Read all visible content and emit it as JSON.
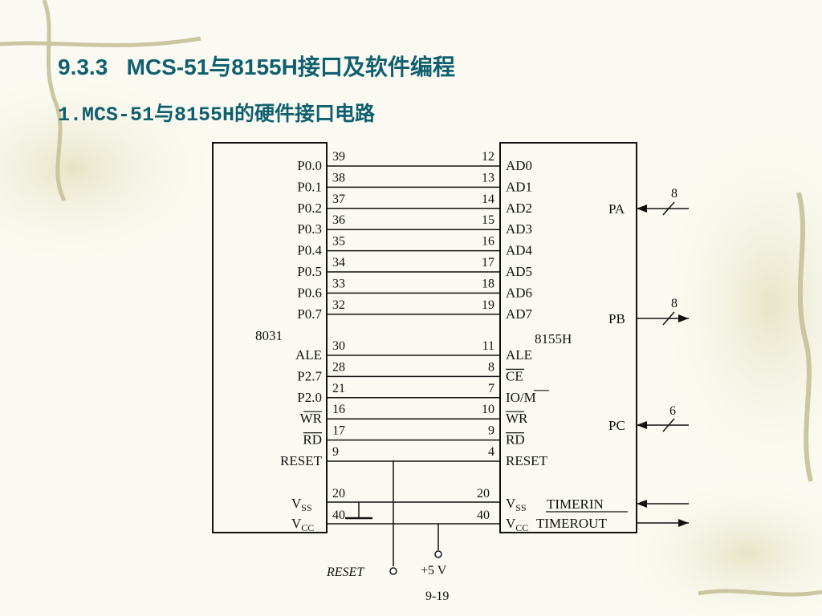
{
  "slide": {
    "title": "9.3.3   MCS-51与8155H接口及软件编程",
    "subtitle": "1.MCS-51与8155H的硬件接口电路"
  },
  "colors": {
    "heading": "#0f5f6e",
    "background": "#fbfaf2",
    "ink": "#111111",
    "vine": "#8a9a4e"
  },
  "diagram": {
    "left_chip": {
      "name": "8031",
      "pins": [
        {
          "label": "P0.0",
          "num": "39"
        },
        {
          "label": "P0.1",
          "num": "38"
        },
        {
          "label": "P0.2",
          "num": "37"
        },
        {
          "label": "P0.3",
          "num": "36"
        },
        {
          "label": "P0.4",
          "num": "35"
        },
        {
          "label": "P0.5",
          "num": "34"
        },
        {
          "label": "P0.6",
          "num": "33"
        },
        {
          "label": "P0.7",
          "num": "32"
        },
        {
          "label": "ALE",
          "num": "30"
        },
        {
          "label": "P2.7",
          "num": "28"
        },
        {
          "label": "P2.0",
          "num": "21"
        },
        {
          "label": "WR",
          "num": "16"
        },
        {
          "label": "RD",
          "num": "17"
        },
        {
          "label": "RESET",
          "num": "9"
        }
      ],
      "vss": {
        "main": "V",
        "sub": "SS",
        "num": "20"
      },
      "vcc": {
        "main": "V",
        "sub": "CC",
        "num": "40"
      }
    },
    "right_chip": {
      "name": "8155H",
      "pins": [
        {
          "label": "AD0",
          "num": "12"
        },
        {
          "label": "AD1",
          "num": "13"
        },
        {
          "label": "AD2",
          "num": "14"
        },
        {
          "label": "AD3",
          "num": "15"
        },
        {
          "label": "AD4",
          "num": "16"
        },
        {
          "label": "AD5",
          "num": "17"
        },
        {
          "label": "AD6",
          "num": "18"
        },
        {
          "label": "AD7",
          "num": "19"
        },
        {
          "label": "ALE",
          "num": "11"
        },
        {
          "label": "CE",
          "num": "8"
        },
        {
          "label": "IO/M",
          "num": "7"
        },
        {
          "label": "WR",
          "num": "10"
        },
        {
          "label": "RD",
          "num": "9"
        },
        {
          "label": "RESET",
          "num": "4"
        }
      ],
      "vss": {
        "main": "V",
        "sub": "SS",
        "num": "20"
      },
      "vcc": {
        "main": "V",
        "sub": "CC",
        "num": "40"
      },
      "timer_in": "TIMERIN",
      "timer_out": "TIMEROUT"
    },
    "ports": [
      {
        "name": "PA",
        "count": "8"
      },
      {
        "name": "PB",
        "count": "8"
      },
      {
        "name": "PC",
        "count": "6"
      }
    ],
    "reset_label": "RESET",
    "power_label": "+5 V",
    "figure_number": "9-19"
  }
}
